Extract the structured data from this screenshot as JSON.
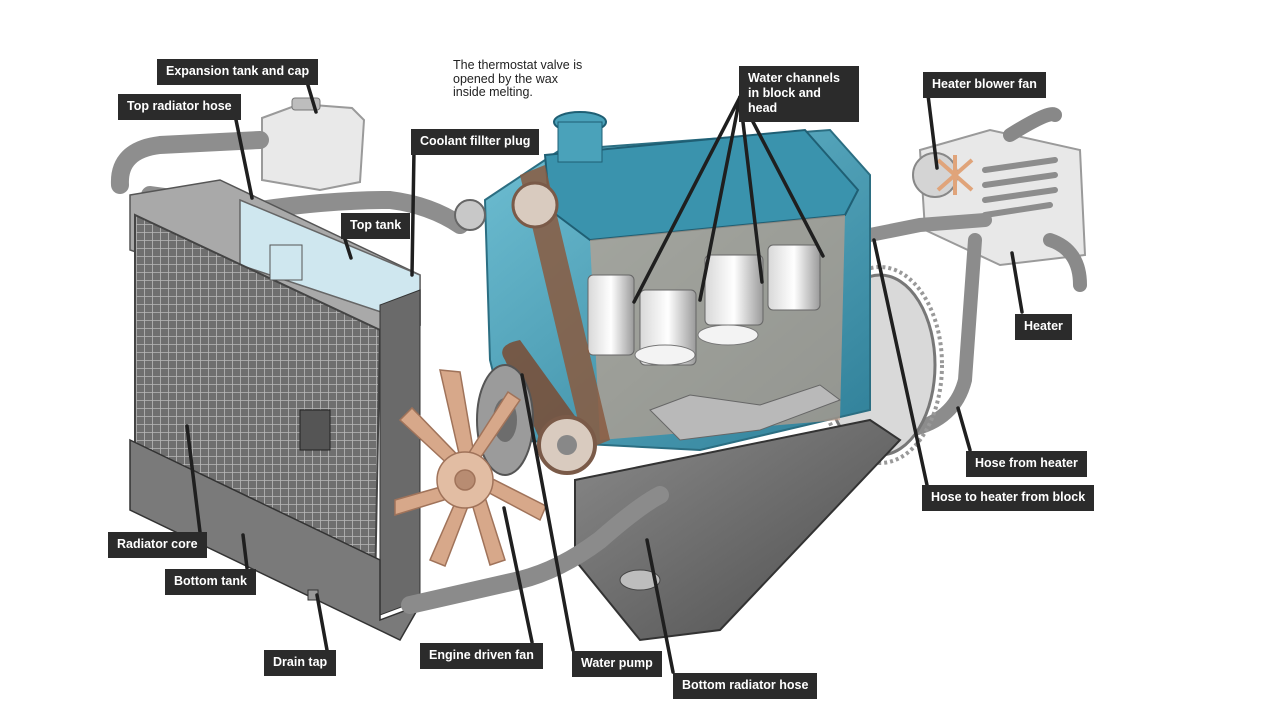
{
  "labels": {
    "expansion_tank": "Expansion tank and cap",
    "top_radiator_hose": "Top radiator hose",
    "coolant_filler_plug": "Coolant fillter plug",
    "top_tank": "Top tank",
    "water_channels": "Water channels in block and head",
    "heater_blower_fan": "Heater blower fan",
    "heater": "Heater",
    "hose_from_heater": "Hose from heater",
    "hose_to_heater": "Hose to heater from block",
    "radiator_core": "Radiator core",
    "bottom_tank": "Bottom tank",
    "drain_tap": "Drain tap",
    "engine_driven_fan": "Engine driven fan",
    "water_pump": "Water pump",
    "bottom_radiator_hose": "Bottom radiator hose"
  },
  "note": "The thermostat valve is opened by the wax inside melting.",
  "colors": {
    "label_bg": "#2b2b2b",
    "label_text": "#ffffff",
    "engine_blue": "#4a9fb5",
    "cylinder_head_blue": "#3a93ad",
    "radiator_grey": "#7d7d7d",
    "fan_copper": "#d7a88a",
    "belt_brown": "#8a5a40"
  }
}
